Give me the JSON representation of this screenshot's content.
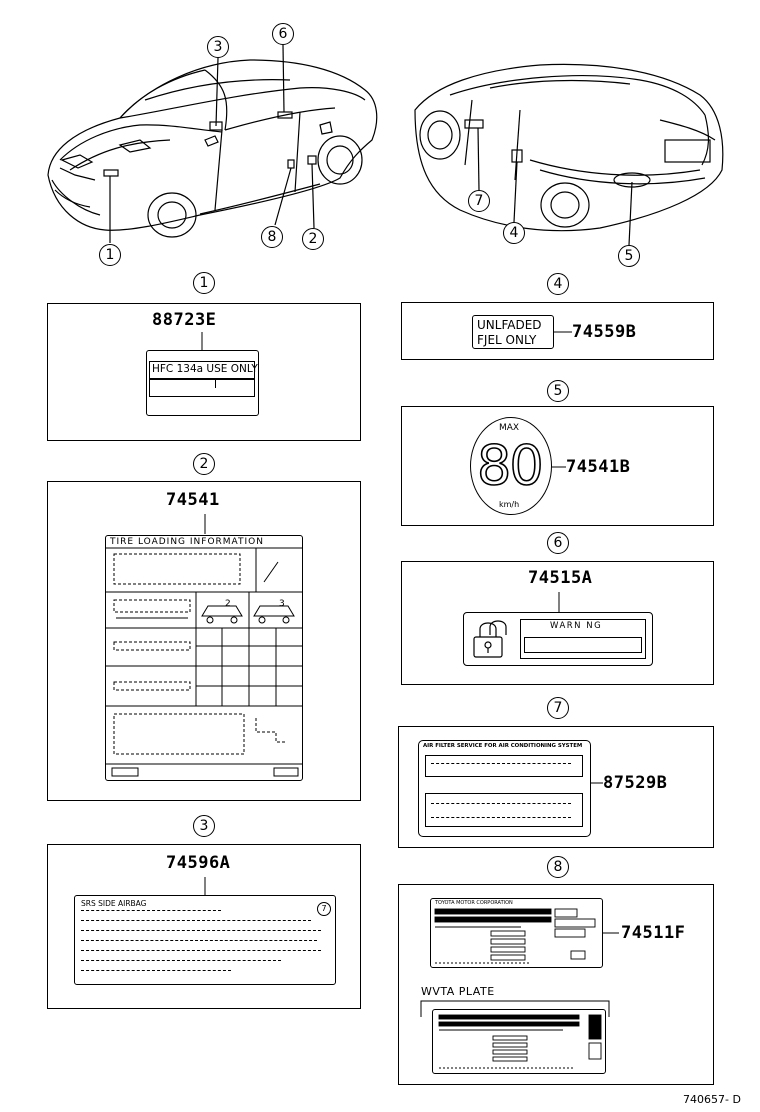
{
  "callouts": {
    "car_front": [
      "3",
      "6",
      "1",
      "8",
      "2"
    ],
    "car_rear": [
      "7",
      "4",
      "5"
    ]
  },
  "panels": {
    "p1": {
      "num": "1",
      "part": "88723E",
      "label_text": "HFC 134a USE ONLY"
    },
    "p2": {
      "num": "2",
      "part": "74541",
      "header": "TIRE LOADING INFORMATION",
      "mark1": "2",
      "mark2": "3"
    },
    "p3": {
      "num": "3",
      "part": "74596A",
      "title": "SRS SIDE AIRBAG",
      "corner": "7"
    },
    "p4": {
      "num": "4",
      "part": "74559B",
      "line1": "UNLFADED",
      "line2": "FJEL ONLY"
    },
    "p5": {
      "num": "5",
      "part": "74541B",
      "top": "MAX",
      "speed": "80",
      "unit": "km/h"
    },
    "p6": {
      "num": "6",
      "part": "74515A",
      "warn": "WARN NG"
    },
    "p7": {
      "num": "7",
      "part": "87529B",
      "title": "AIR FILTER SERVICE FOR AIR CONDITIONING SYSTEM"
    },
    "p8": {
      "num": "8",
      "part": "74511F",
      "plate_label": "WVTA PLATE",
      "label_head": "TOYOTA MOTOR CORPORATION"
    }
  },
  "footer_code": "740657- D"
}
